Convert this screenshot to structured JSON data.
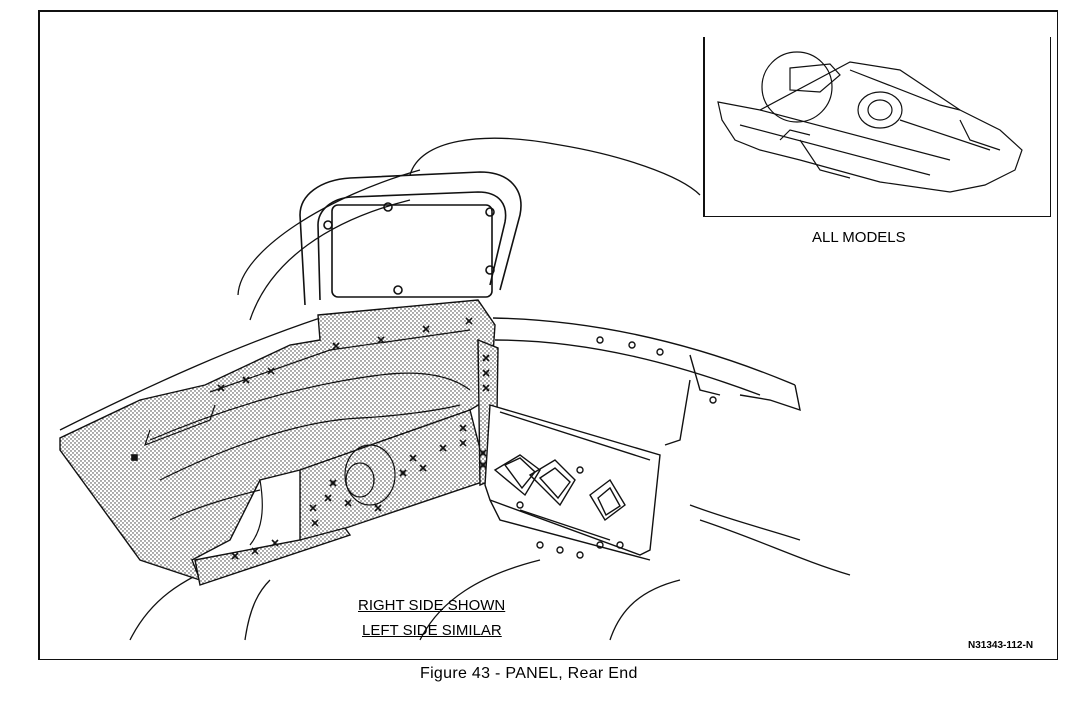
{
  "figure": {
    "caption": "Figure 43 - PANEL, Rear End",
    "reference_code": "N31343-112-N"
  },
  "inset": {
    "label": "ALL MODELS"
  },
  "notes": {
    "line1": "RIGHT SIDE SHOWN",
    "line2": "LEFT SIDE SIMILAR"
  }
}
